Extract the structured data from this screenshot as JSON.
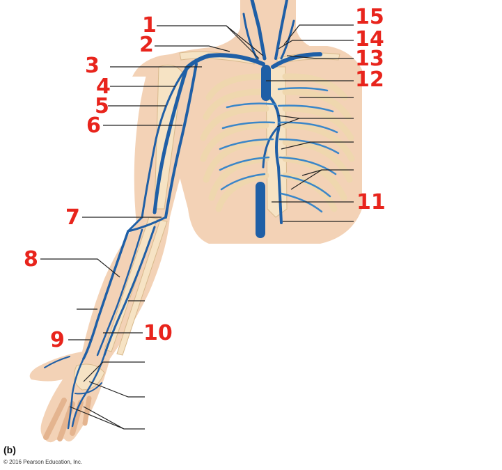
{
  "labels": [
    {
      "id": "1",
      "text": "1"
    },
    {
      "id": "2",
      "text": "2"
    },
    {
      "id": "3",
      "text": "3"
    },
    {
      "id": "4",
      "text": "4"
    },
    {
      "id": "5",
      "text": "5"
    },
    {
      "id": "6",
      "text": "6"
    },
    {
      "id": "7",
      "text": "7"
    },
    {
      "id": "8",
      "text": "8"
    },
    {
      "id": "9",
      "text": "9"
    },
    {
      "id": "10",
      "text": "10"
    },
    {
      "id": "11",
      "text": "11"
    },
    {
      "id": "12",
      "text": "12"
    },
    {
      "id": "13",
      "text": "13"
    },
    {
      "id": "14",
      "text": "14"
    },
    {
      "id": "15",
      "text": "15"
    }
  ],
  "caption": "(b)",
  "copyright": "© 2016 Pearson Education, Inc.",
  "colors": {
    "label": "#e8241c",
    "vein": "#1f5fa6",
    "skin": "#f3d2b6"
  }
}
